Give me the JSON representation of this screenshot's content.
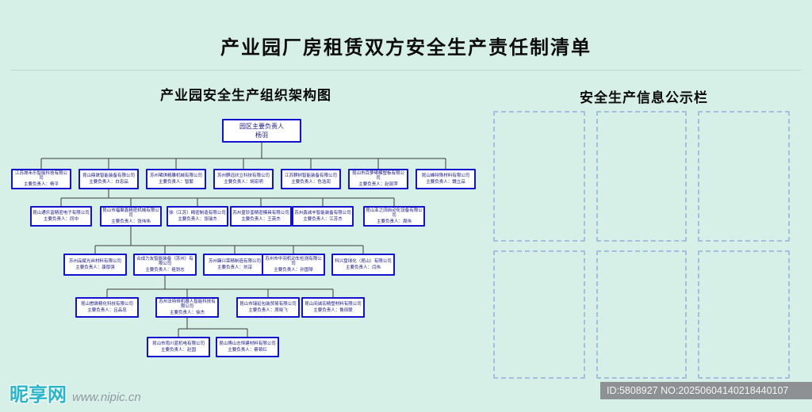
{
  "page": {
    "title": "产业园厂房租赁双方安全生产责任制清单",
    "left_section_title": "产业园安全生产组织架构图",
    "right_section_title": "安全生产信息公示栏"
  },
  "orgchart": {
    "root": {
      "company": "园区主要负责人",
      "person": "杨羽"
    },
    "rows": [
      [
        {
          "company": "江苏晟禾乐智能科技有限公司",
          "person": "主要负责人：杨平"
        },
        {
          "company": "昆山鼎晟智能装备有限公司",
          "person": "主要负责人：白忠品"
        },
        {
          "company": "苏州珺琪精雕机械有限公司",
          "person": "主要负责人：智繁"
        },
        {
          "company": "苏州麒远欣立科技有限公司",
          "person": "主要负责人：胡宏明"
        },
        {
          "company": "江苏麒树智能装备有限公司",
          "person": "主要负责人：色浩润"
        },
        {
          "company": "昆山市百萝珺模塑板有限公司",
          "person": "主要负责人：赵丽萍"
        },
        {
          "company": "昆山峰特殊材料有限公司",
          "person": "主要负责人：魏立品"
        }
      ],
      [
        {
          "company": "昆山通乐富精密电子有限公司",
          "person": "主要负责人：同中"
        },
        {
          "company": "昆山市福聚鑫精密机械有限公司",
          "person": "主要负责人：张伟伟"
        },
        {
          "company": "徐（江苏）精密制造有限公司",
          "person": "主要负责人：张瑞杰"
        },
        {
          "company": "苏州皇钞銮精密模具有限公司",
          "person": "主要负责人：王英杰"
        },
        {
          "company": "苏州鑫诚丰智能装备有限公司",
          "person": "主要负责人：江苏杰"
        },
        {
          "company": "昆山亚之阔自动化设备有限公司",
          "person": "主要负责人：周伟"
        }
      ],
      [
        {
          "company": "苏州品赋光丝材料有限公司",
          "person": "主要负责人：康厚强"
        },
        {
          "company": "合成力友智能装备（苏州）有限公司",
          "person": "主要负责人：祖划志"
        },
        {
          "company": "苏州臻兴荣精制造有限公司",
          "person": "主要负责人：刘淳"
        },
        {
          "company": "苏州市中羽机动车检测有限公司",
          "person": "主要负责人：孙国琴"
        },
        {
          "company": "科兴盘球化（昆山）有限公司",
          "person": "主要负责人：闫伟"
        }
      ],
      [
        {
          "company": "昆山懋晟精化科技有限公司",
          "person": "主要负责人：吕品忠"
        },
        {
          "company": "苏州法特恒机器人智能科技有限公司",
          "person": "主要负责人：徐杰"
        },
        {
          "company": "昆山市瑞延包装贸易有限公司",
          "person": "主要负责人：席晓飞"
        },
        {
          "company": "昆山间诚宏精塑材料有限公司",
          "person": "主要负责人：鲁田联"
        }
      ],
      [
        {
          "company": "昆山市雨川蓝机电有限公司",
          "person": "主要负责人：赵国"
        },
        {
          "company": "昆山博山志恒建材料有限公司",
          "person": "主要负责人：蔡顿红"
        }
      ]
    ]
  },
  "watermark": {
    "brand": "昵享网",
    "url": "www.nipic.cn"
  },
  "footer": {
    "id_text": "ID:5808927 NO:20250604140218440107"
  },
  "colors": {
    "background": "#d7f0e7",
    "box_border": "#1313cf",
    "dashed_border": "#a3bede",
    "footer_bar": "#8e9193",
    "watermark_brand": "#29b6c8"
  }
}
